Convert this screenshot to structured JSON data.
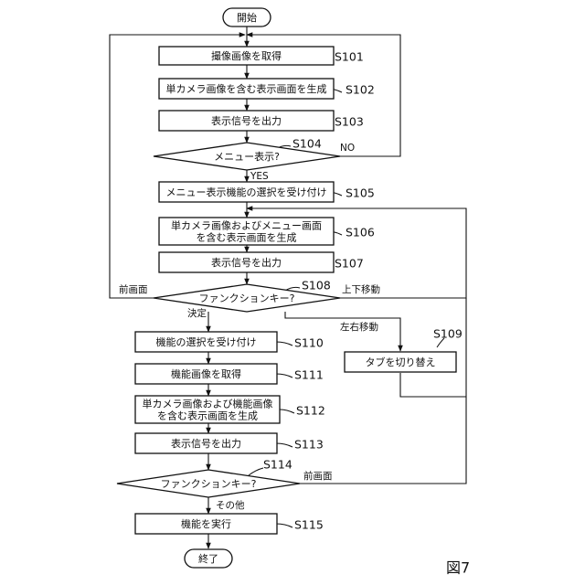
{
  "diagram": {
    "start": "開始",
    "end": "終了",
    "figure_label": "図7",
    "nodes": {
      "s101": {
        "text": "撮像画像を取得",
        "step": "S101"
      },
      "s102": {
        "text": "単カメラ画像を含む表示画面を生成",
        "step": "S102"
      },
      "s103": {
        "text": "表示信号を出力",
        "step": "S103"
      },
      "s104": {
        "text": "メニュー表示?",
        "step": "S104"
      },
      "s105": {
        "text": "メニュー表示機能の選択を受け付け",
        "step": "S105"
      },
      "s106": {
        "line1": "単カメラ画像およびメニュー画面",
        "line2": "を含む表示画面を生成",
        "step": "S106"
      },
      "s107": {
        "text": "表示信号を出力",
        "step": "S107"
      },
      "s108": {
        "text": "ファンクションキー?",
        "step": "S108"
      },
      "s109": {
        "text": "タブを切り替え",
        "step": "S109"
      },
      "s110": {
        "text": "機能の選択を受け付け",
        "step": "S110"
      },
      "s111": {
        "text": "機能画像を取得",
        "step": "S111"
      },
      "s112": {
        "line1": "単カメラ画像および機能画像",
        "line2": "を含む表示画面を生成",
        "step": "S112"
      },
      "s113": {
        "text": "表示信号を出力",
        "step": "S113"
      },
      "s114": {
        "text": "ファンクションキー?",
        "step": "S114"
      },
      "s115": {
        "text": "機能を実行",
        "step": "S115"
      }
    },
    "edge_labels": {
      "no": "NO",
      "yes": "YES",
      "s108_back": "前画面",
      "s108_updown": "上下移動",
      "s108_decide": "決定",
      "s108_leftright": "左右移動",
      "s114_back": "前画面",
      "s114_other": "その他"
    }
  }
}
